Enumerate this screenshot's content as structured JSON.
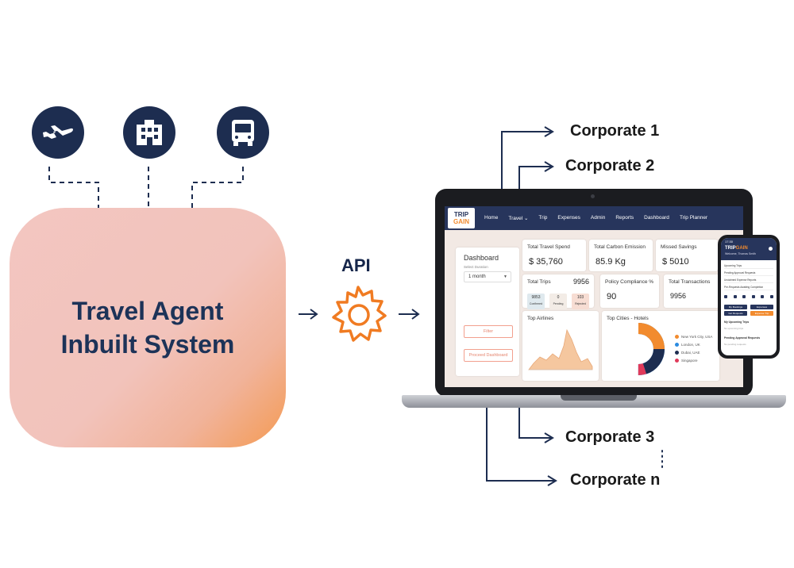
{
  "diagram": {
    "agent_label": "Travel Agent\nInbuilt System",
    "api_label": "API",
    "icons": [
      "airplane-icon",
      "hotel-icon",
      "bus-icon"
    ],
    "colors": {
      "navy": "#1d2d50",
      "orange": "#f07b22",
      "pink": "#f3c6c1"
    },
    "corporates": [
      "Corporate 1",
      "Corporate 2",
      "Corporate 3",
      "Corporate n"
    ]
  },
  "dashboard": {
    "logo_top": "TRIP",
    "logo_bottom": "GAIN",
    "nav": [
      "Home",
      "Travel ⌄",
      "Trip",
      "Expenses",
      "Admin",
      "Reports",
      "Dashboard",
      "Trip Planner"
    ],
    "title": "Dashboard",
    "select_label": "Select Duration",
    "select_value": "1 month",
    "filter_label": "Filter",
    "proceed_label": "Proceed Dashboard",
    "total_travel_spend": {
      "label": "Total Travel Spend",
      "value": "$ 35,760"
    },
    "total_carbon": {
      "label": "Total Carbon Emission",
      "value": "85.9 Kg"
    },
    "missed_savings": {
      "label": "Missed Savings",
      "value": "$ 5010"
    },
    "total_trips": {
      "label": "Total Trips",
      "value": "9956",
      "confirmed": "9853",
      "confirmed_label": "Confirmed",
      "pending": "0",
      "pending_label": "Pending",
      "rejected": "103",
      "rejected_label": "Rejected"
    },
    "policy": {
      "label": "Policy Compliance %",
      "value": "90"
    },
    "transactions": {
      "label": "Total Transactions",
      "value": "9956"
    },
    "top_airlines": "Top Airlines",
    "top_cities": "Top Cities - Hotels",
    "legend": [
      {
        "name": "New York City, USA",
        "color": "#f28b2e"
      },
      {
        "name": "London, UK",
        "color": "#2b8be0"
      },
      {
        "name": "Dubai, UAE",
        "color": "#1d2d50"
      },
      {
        "name": "Singapore",
        "color": "#e03a5a"
      }
    ]
  },
  "phone": {
    "time": "17:30",
    "logo_top": "TRIP",
    "logo_bottom": "GAIN",
    "welcome": "Welcome, Thomas Smith",
    "rows": [
      "Upcoming Trips",
      "Pending Approval Requests",
      "Unclaimed Expense Reports",
      "Pre-Requests Awaiting Completion"
    ],
    "buttons": [
      "My Bookings",
      "Expenses",
      "Get Requests",
      "Expense Trip"
    ],
    "section1": "My Upcoming Trips",
    "section1_sub": "No upcoming trips",
    "section2": "Pending Approval Requests",
    "section2_sub": "No pending requests"
  }
}
